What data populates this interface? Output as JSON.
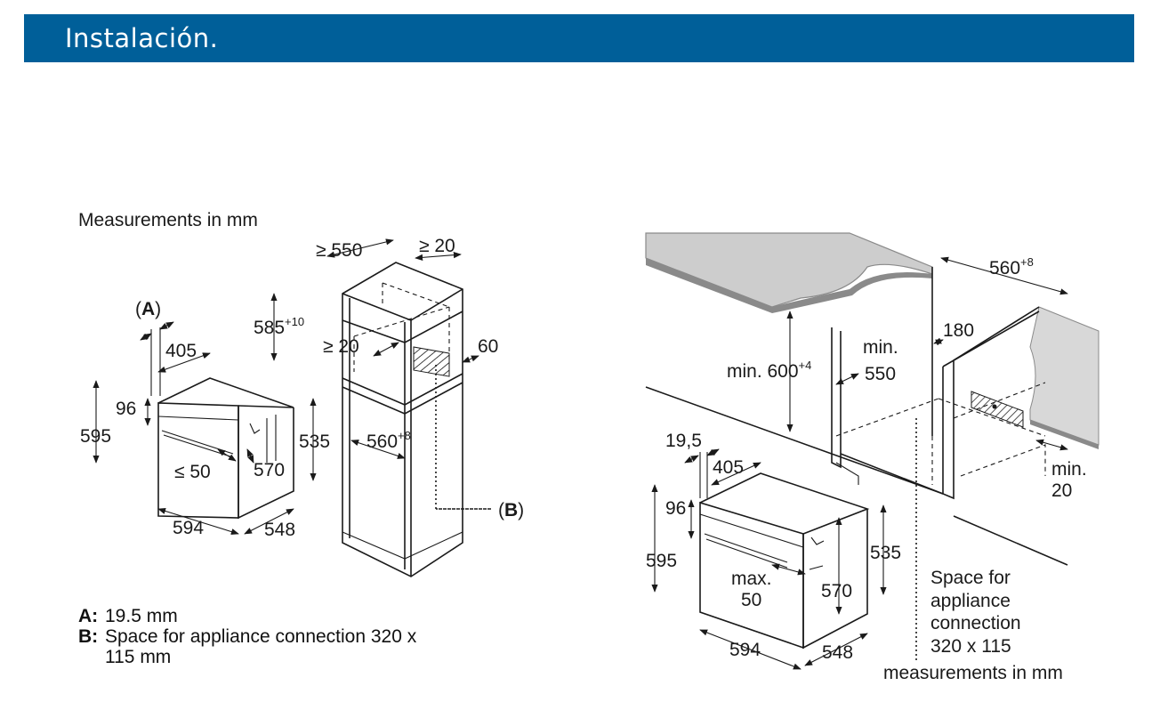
{
  "header": {
    "title": "Instalación.",
    "color": "#005f99"
  },
  "left": {
    "caption": "Measurements in mm",
    "labels": {
      "A": "A",
      "B": "B",
      "d405": "405",
      "d96": "96",
      "d595": "595",
      "d_le50": "≤ 50",
      "d570": "570",
      "d594": "594",
      "d548": "548",
      "d535": "535",
      "d585": "585",
      "d585_sup": "+10",
      "d_ge550": "≥ 550",
      "d_ge20_top": "≥ 20",
      "d_ge20_mid": "≥ 20",
      "d60": "60",
      "d560": "560",
      "d560_sup": "+8"
    },
    "legend": {
      "a_key": "A:",
      "a_text": "19.5 mm",
      "b_key": "B:",
      "b_text": "Space for appliance connection 320 x",
      "b_text2": "115 mm"
    }
  },
  "right": {
    "labels": {
      "d560": "560",
      "d560_sup": "+8",
      "d180": "180",
      "min600": "min. 600",
      "min600_sup": "+4",
      "min550_a": "min.",
      "min550_b": "550",
      "min20_a": "min.",
      "min20_b": "20",
      "d19_5": "19,5",
      "d405": "405",
      "d96": "96",
      "d595": "595",
      "d535": "535",
      "max_a": "max.",
      "max_b": "50",
      "d570": "570",
      "d594": "594",
      "d548": "548",
      "space1": "Space for",
      "space2": "appliance",
      "space3": "connection",
      "space4": "320 x 115",
      "caption": "measurements in mm"
    },
    "colors": {
      "countertop": "#cdcdcd",
      "wall": "#d8d8d8",
      "edge": "#8a8a8a"
    }
  }
}
